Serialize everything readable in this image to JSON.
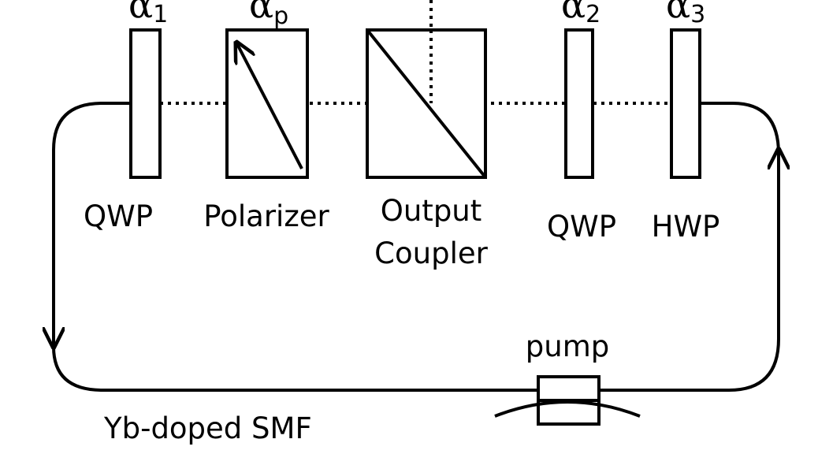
{
  "components": {
    "qwp1": {
      "label": "QWP",
      "angle_symbol": "α",
      "angle_subscript": "1"
    },
    "polarizer": {
      "label": "Polarizer",
      "angle_symbol": "α",
      "angle_subscript": "p"
    },
    "output_coupler": {
      "label_line1": "Output",
      "label_line2": "Coupler"
    },
    "qwp2": {
      "label": "QWP",
      "angle_symbol": "α",
      "angle_subscript": "2"
    },
    "hwp": {
      "label": "HWP",
      "angle_symbol": "α",
      "angle_subscript": "3"
    },
    "pump": {
      "label": "pump"
    }
  },
  "fiber": {
    "label": "Yb-doped SMF"
  },
  "colors": {
    "line": "#000000",
    "background": "#ffffff"
  }
}
